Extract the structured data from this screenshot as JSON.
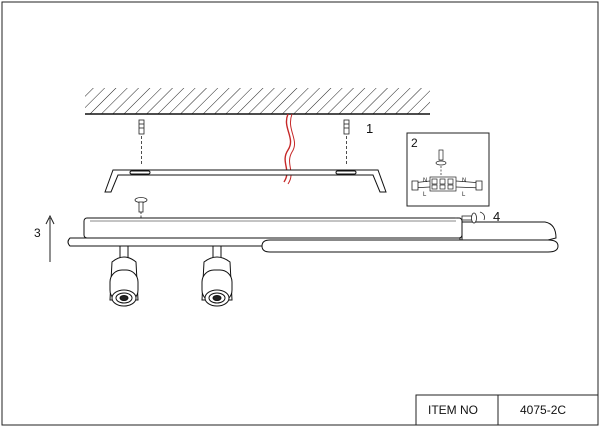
{
  "steps": {
    "step1": "1",
    "step2": "2",
    "step3": "3",
    "step4": "4"
  },
  "wire_labels": {
    "left_n": "N",
    "left_l": "L",
    "right_n": "N",
    "right_l": "L"
  },
  "title_block": {
    "item_label": "ITEM NO",
    "item_value": "4075-2C"
  },
  "colors": {
    "line": "#1a1a1a",
    "power_cable": "#c62828",
    "paper": "#ffffff"
  }
}
